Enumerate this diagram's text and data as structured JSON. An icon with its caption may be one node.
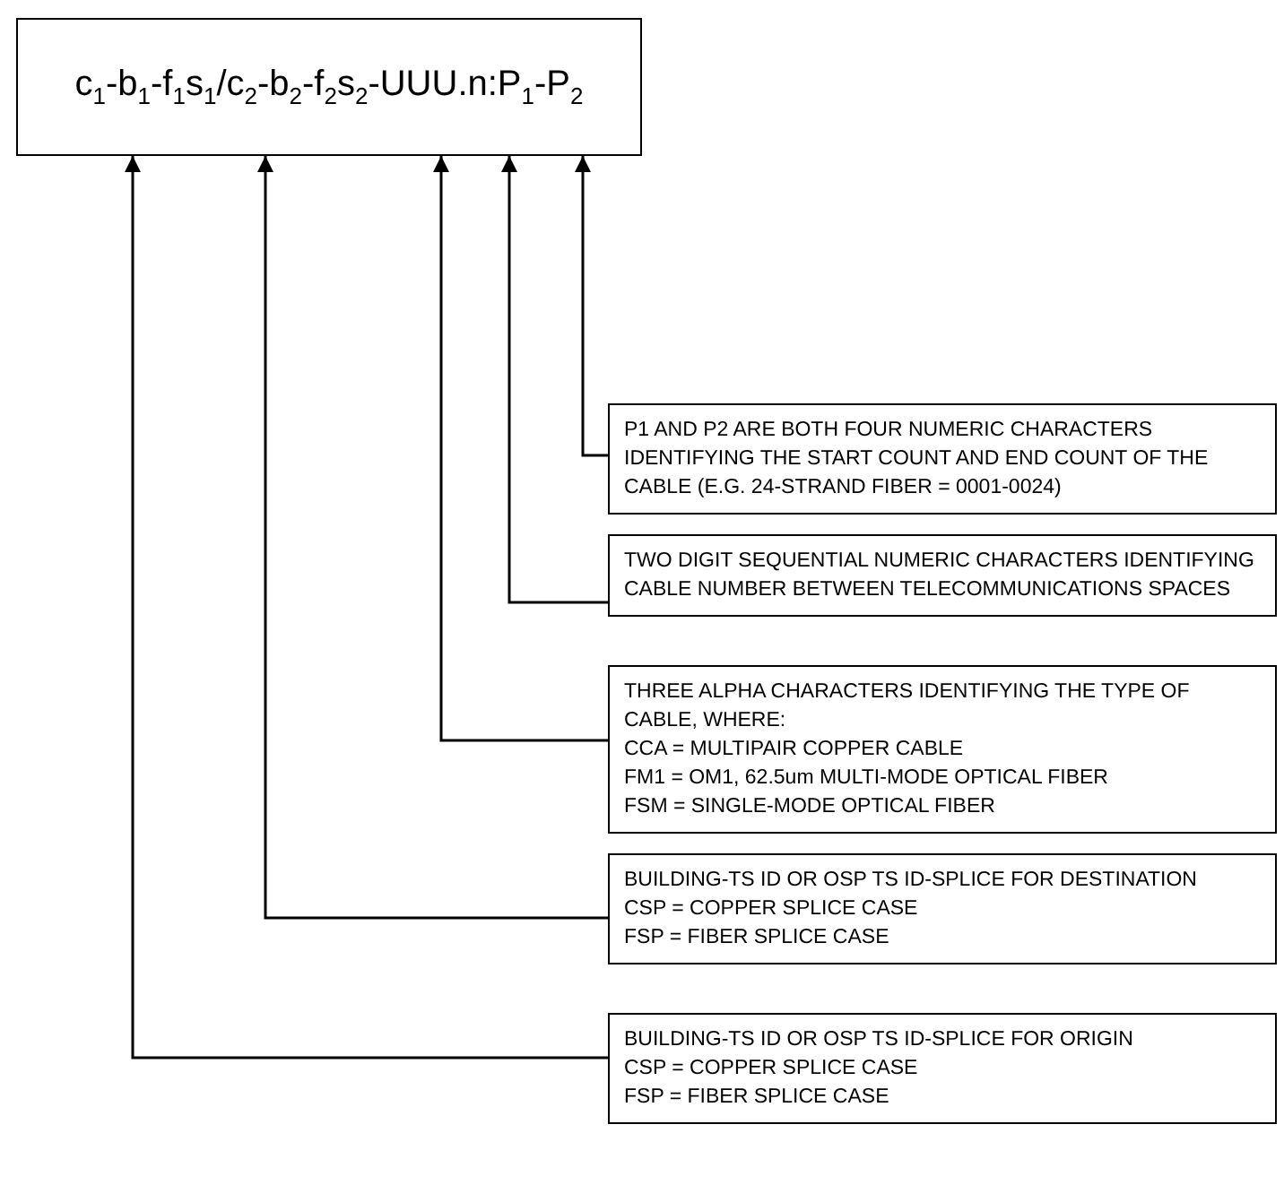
{
  "diagram": {
    "nodes": [
      {
        "text": [
          "c$_{1}$-b$_{1}$-f$_{1}$s$_{1}$/c$_{2}$-b$_{2}$-f$_{2}$s$_{2}$-UUU.n:P$_{1}$-P$_{2}$"
        ]
      },
      {
        "text": [
          "P1 AND P2 ARE BOTH FOUR NUMERIC CHARACTERS IDENTIFYING THE START COUNT AND END COUNT OF THE CABLE (E.G. 24-STRAND FIBER = 0001-0024)"
        ]
      },
      {
        "text": [
          "TWO DIGIT SEQUENTIAL NUMERIC CHARACTERS IDENTIFYING CABLE NUMBER BETWEEN TELECOMMUNICATIONS SPACES"
        ]
      },
      {
        "text": [
          "THREE ALPHA CHARACTERS IDENTIFYING THE TYPE OF CABLE, WHERE:",
          "CCA = MULTIPAIR COPPER CABLE",
          "FM1 = OM1, 62.5um MULTI-MODE OPTICAL FIBER",
          "FSM = SINGLE-MODE OPTICAL FIBER"
        ]
      },
      {
        "text": [
          "BUILDING-TS ID OR OSP TS ID-SPLICE FOR DESTINATION",
          "CSP = COPPER SPLICE CASE",
          "FSP = FIBER SPLICE CASE"
        ]
      },
      {
        "text": [
          "BUILDING-TS ID OR OSP TS ID-SPLICE FOR ORIGIN",
          "CSP = COPPER SPLICE CASE",
          "FSP = FIBER SPLICE CASE"
        ]
      }
    ],
    "edges": [
      {
        "from": 1,
        "to": 0,
        "arrow": "to"
      },
      {
        "from": 2,
        "to": 0,
        "arrow": "to"
      },
      {
        "from": 3,
        "to": 0,
        "arrow": "to"
      },
      {
        "from": 4,
        "to": 0,
        "arrow": "to"
      },
      {
        "from": 5,
        "to": 0,
        "arrow": "to"
      }
    ]
  }
}
